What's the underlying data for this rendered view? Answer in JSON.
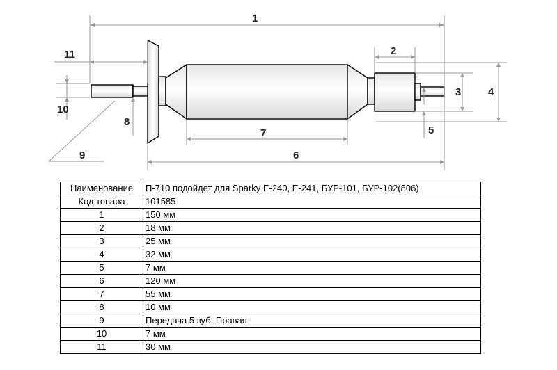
{
  "dimension_labels": {
    "d1": "1",
    "d2": "2",
    "d3": "3",
    "d4": "4",
    "d5": "5",
    "d6": "6",
    "d7": "7",
    "d8": "8",
    "d9": "9",
    "d10": "10",
    "d11": "11"
  },
  "table": {
    "rows": [
      {
        "key": "Наименование",
        "value": "П-710 подойдет для Sparky Е-240, Е-241, БУР-101, БУР-102(806)"
      },
      {
        "key": "Код товара",
        "value": "101585"
      },
      {
        "key": "1",
        "value": "150 мм"
      },
      {
        "key": "2",
        "value": "18 мм"
      },
      {
        "key": "3",
        "value": "25 мм"
      },
      {
        "key": "4",
        "value": "32 мм"
      },
      {
        "key": "5",
        "value": "7 мм"
      },
      {
        "key": "6",
        "value": "120 мм"
      },
      {
        "key": "7",
        "value": "55 мм"
      },
      {
        "key": "8",
        "value": "10 мм"
      },
      {
        "key": "9",
        "value": "Передача 5 зуб. Правая"
      },
      {
        "key": "10",
        "value": "7 мм"
      },
      {
        "key": "11",
        "value": "30 мм"
      }
    ]
  }
}
